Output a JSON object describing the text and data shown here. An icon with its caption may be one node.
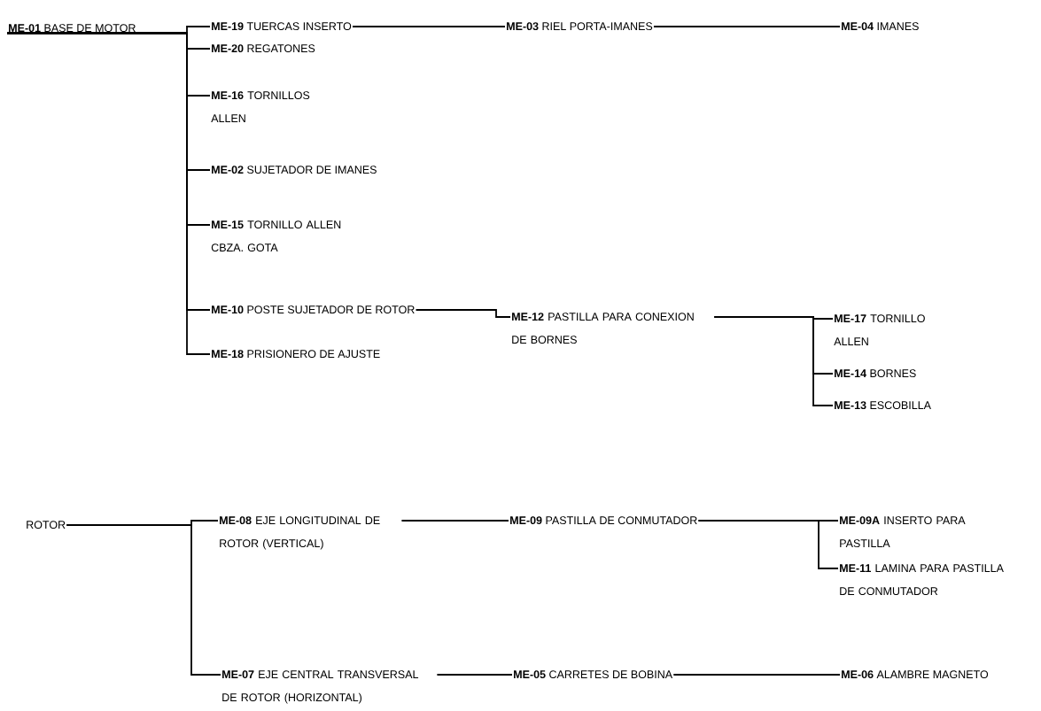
{
  "diagram": {
    "nodes": [
      {
        "text": [
          "**ME-01** BASE DE MOTOR"
        ]
      },
      {
        "text": [
          "**ME-19** TUERCAS INSERTO"
        ]
      },
      {
        "text": [
          "**ME-03** RIEL PORTA-IMANES"
        ]
      },
      {
        "text": [
          "**ME-04** IMANES"
        ]
      },
      {
        "text": [
          "**ME-20** REGATONES"
        ]
      },
      {
        "text": [
          "**ME-16** TORNILLOS ALLEN"
        ]
      },
      {
        "text": [
          "**ME-02** SUJETADOR DE IMANES"
        ]
      },
      {
        "text": [
          "**ME-15** TORNILLO ALLEN CBZA. GOTA"
        ]
      },
      {
        "text": [
          "**ME-10** POSTE SUJETADOR DE ROTOR"
        ]
      },
      {
        "text": [
          "**ME-12** PASTILLA PARA CONEXION DE BORNES"
        ]
      },
      {
        "text": [
          "**ME-17** TORNILLO ALLEN"
        ]
      },
      {
        "text": [
          "**ME-14** BORNES"
        ]
      },
      {
        "text": [
          "**ME-13** ESCOBILLA"
        ]
      },
      {
        "text": [
          "**ME-18** PRISIONERO DE AJUSTE"
        ]
      },
      {
        "text": [
          "ROTOR"
        ]
      },
      {
        "text": [
          "**ME-08** EJE LONGITUDINAL DE ROTOR (VERTICAL)"
        ]
      },
      {
        "text": [
          "**ME-09** PASTILLA DE CONMUTADOR"
        ]
      },
      {
        "text": [
          "**ME-09A** INSERTO PARA PASTILLA"
        ]
      },
      {
        "text": [
          "**ME-11** LAMINA PARA PASTILLA DE CONMUTADOR"
        ]
      },
      {
        "text": [
          "**ME-07** EJE CENTRAL TRANSVERSAL DE ROTOR (HORIZONTAL)"
        ]
      },
      {
        "text": [
          "**ME-05** CARRETES DE BOBINA"
        ]
      },
      {
        "text": [
          "**ME-06** ALAMBRE MAGNETO"
        ]
      }
    ],
    "edges": [
      {
        "from": 0,
        "to": 1,
        "arrow": "none"
      },
      {
        "from": 0,
        "to": 4,
        "arrow": "none"
      },
      {
        "from": 0,
        "to": 5,
        "arrow": "none"
      },
      {
        "from": 0,
        "to": 6,
        "arrow": "none"
      },
      {
        "from": 0,
        "to": 7,
        "arrow": "none"
      },
      {
        "from": 0,
        "to": 8,
        "arrow": "none"
      },
      {
        "from": 0,
        "to": 13,
        "arrow": "none"
      },
      {
        "from": 1,
        "to": 2,
        "arrow": "none"
      },
      {
        "from": 2,
        "to": 3,
        "arrow": "none"
      },
      {
        "from": 8,
        "to": 9,
        "arrow": "none"
      },
      {
        "from": 9,
        "to": 10,
        "arrow": "none"
      },
      {
        "from": 9,
        "to": 11,
        "arrow": "none"
      },
      {
        "from": 9,
        "to": 12,
        "arrow": "none"
      },
      {
        "from": 14,
        "to": 15,
        "arrow": "none"
      },
      {
        "from": 14,
        "to": 19,
        "arrow": "none"
      },
      {
        "from": 15,
        "to": 16,
        "arrow": "none"
      },
      {
        "from": 16,
        "to": 17,
        "arrow": "none"
      },
      {
        "from": 16,
        "to": 18,
        "arrow": "none"
      },
      {
        "from": 19,
        "to": 20,
        "arrow": "none"
      },
      {
        "from": 20,
        "to": 21,
        "arrow": "none"
      }
    ]
  }
}
